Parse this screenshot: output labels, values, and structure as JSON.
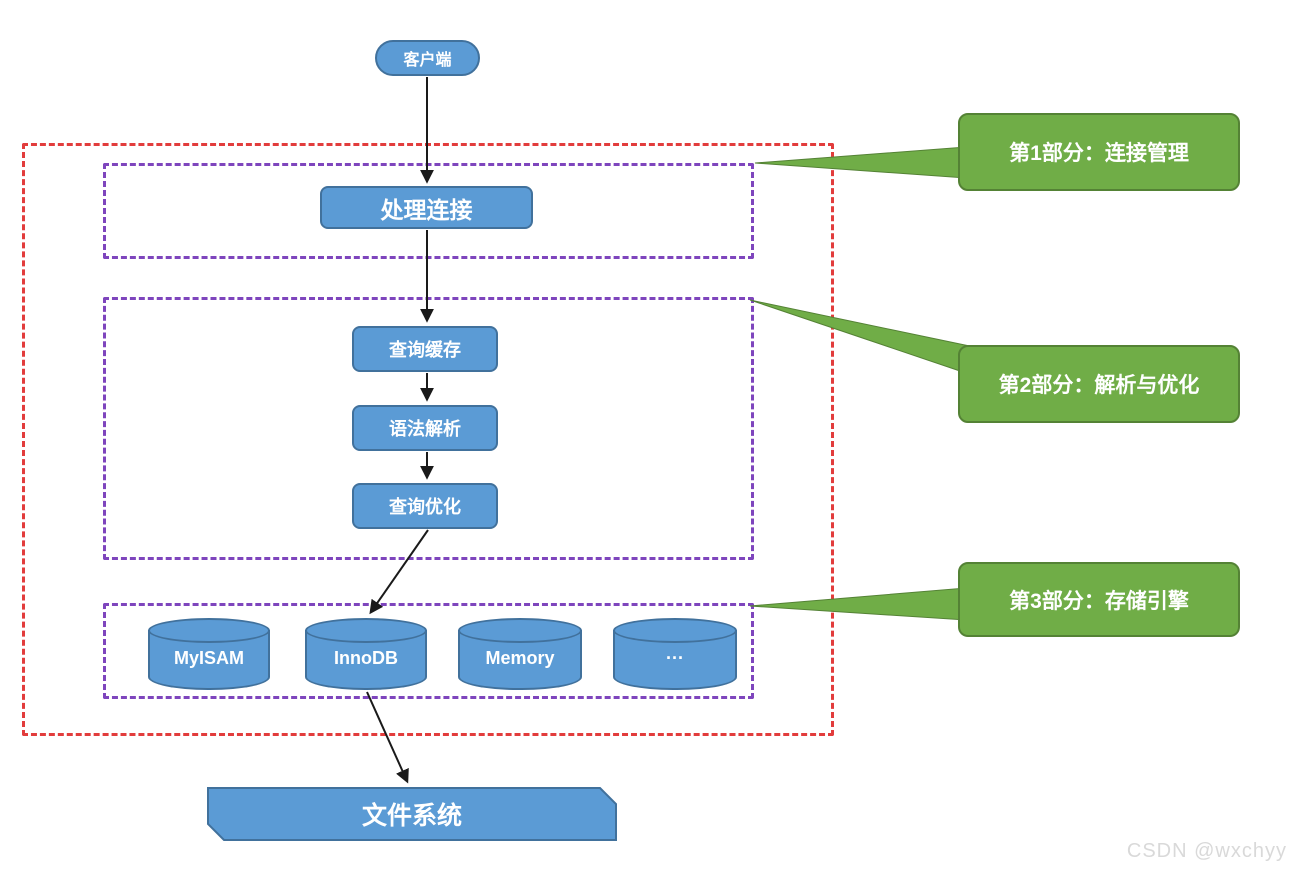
{
  "nodes": {
    "client": "客户端",
    "handle_connection": "处理连接",
    "query_cache": "查询缓存",
    "syntax_parse": "语法解析",
    "query_optimize": "查询优化",
    "file_system": "文件系统"
  },
  "storage_engines": [
    "MyISAM",
    "InnoDB",
    "Memory",
    "···"
  ],
  "callouts": [
    "第1部分：连接管理",
    "第2部分：解析与优化",
    "第3部分：存储引擎"
  ],
  "watermark": "CSDN @wxchyy",
  "colors": {
    "node_fill": "#5b9bd5",
    "node_border": "#41719c",
    "callout_fill": "#70ad47",
    "callout_border": "#548235",
    "outer_frame_dash": "#e23c3c",
    "section_frame_dash": "#7e45bd",
    "arrow": "#1a1a1a",
    "node_text": "#ffffff",
    "watermark_text": "#d9d9d9"
  }
}
